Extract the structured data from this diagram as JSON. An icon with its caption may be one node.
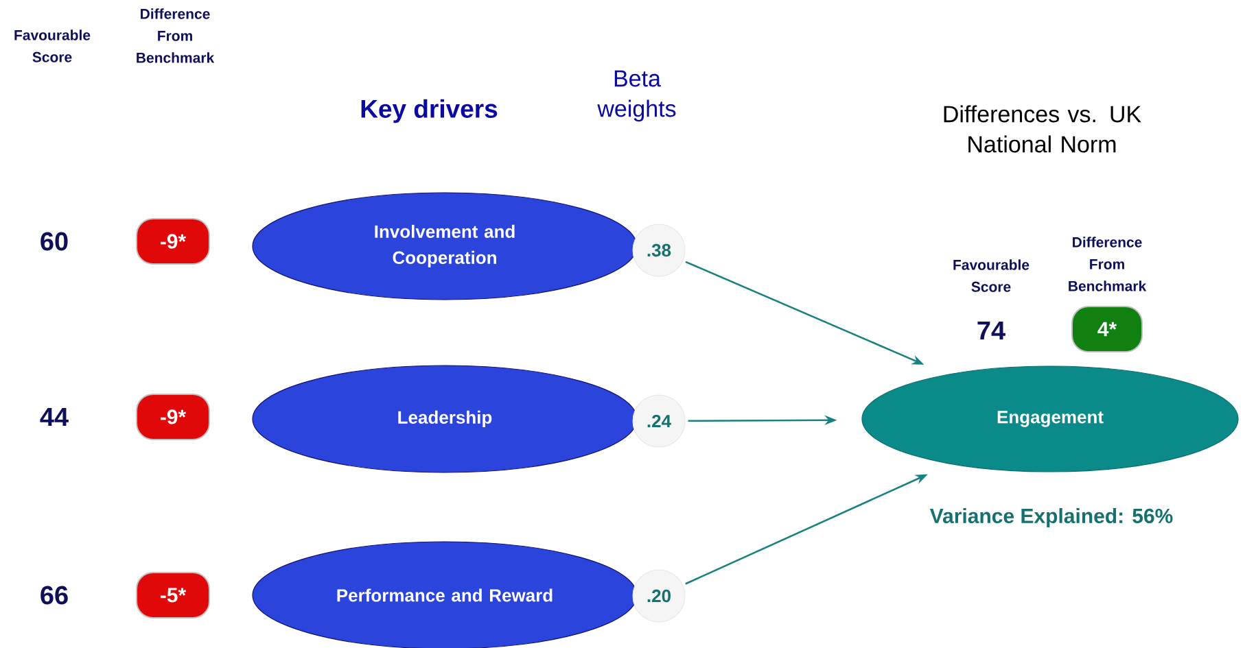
{
  "diagram": {
    "nodes": [
      {
        "text": [
          "-9*"
        ]
      },
      {
        "text": [
          "-9*"
        ]
      },
      {
        "text": [
          "-5*"
        ]
      },
      {
        "text": [
          "Involvement and Cooperation"
        ]
      },
      {
        "text": [
          "Leadership"
        ]
      },
      {
        "text": [
          "Performance and Reward"
        ]
      },
      {
        "text": [
          ".38"
        ]
      },
      {
        "text": [
          ".24"
        ]
      },
      {
        "text": [
          ".20"
        ]
      },
      {
        "text": [
          "Engagement"
        ]
      },
      {
        "text": [
          "4*"
        ]
      }
    ],
    "edges": [
      {
        "from": 6,
        "to": 9,
        "arrow": "to"
      },
      {
        "from": 7,
        "to": 9,
        "arrow": "to"
      },
      {
        "from": 8,
        "to": 9,
        "arrow": "to"
      }
    ],
    "labels": [
      "Favourable Score",
      "Difference From Benchmark",
      "Key drivers",
      "Beta weights",
      "Differences vs. UK National Norm",
      "60",
      "44",
      "66",
      "Favourable Score",
      "Difference From Benchmark",
      "74",
      "Variance Explained: 56%"
    ]
  }
}
